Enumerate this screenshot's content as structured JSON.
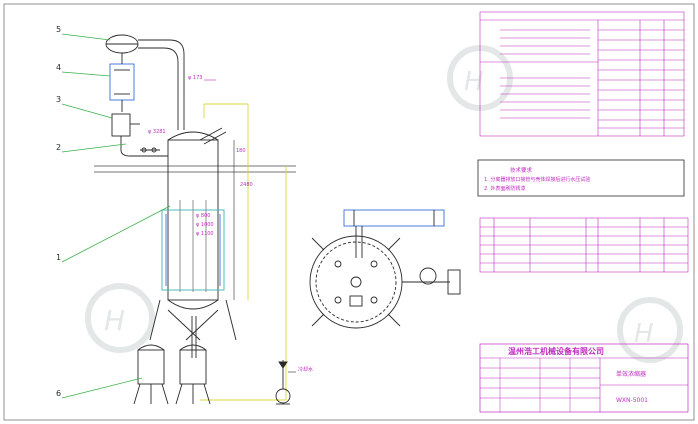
{
  "callouts": [
    "5",
    "4",
    "3",
    "2",
    "1",
    "6"
  ],
  "dimensions": {
    "d1": "φ 173",
    "d2": "φ 3281",
    "d3": "φ 800",
    "d4": "φ 1000",
    "d5": "φ 1100",
    "d6": "180",
    "d7": "2480"
  },
  "water_inlet_label": "冷却水",
  "notes_box": {
    "title": "技术要求",
    "lines": [
      "1. 分离器排放口接管与壳体焊接后进行水压试验",
      "2. 外表面刷防锈漆"
    ]
  },
  "title_block": {
    "company": "温州浩工机械设备有限公司",
    "drawing_name": "单效浓缩器",
    "drawing_no": "WXN-5001"
  },
  "colors": {
    "line": "#2a2a2a",
    "table": "#c02cc0",
    "accent_blue": "#3a6fd8",
    "accent_cyan": "#39b7b7",
    "guide": "#d8d83a",
    "watermark": "#cfd4d4"
  }
}
